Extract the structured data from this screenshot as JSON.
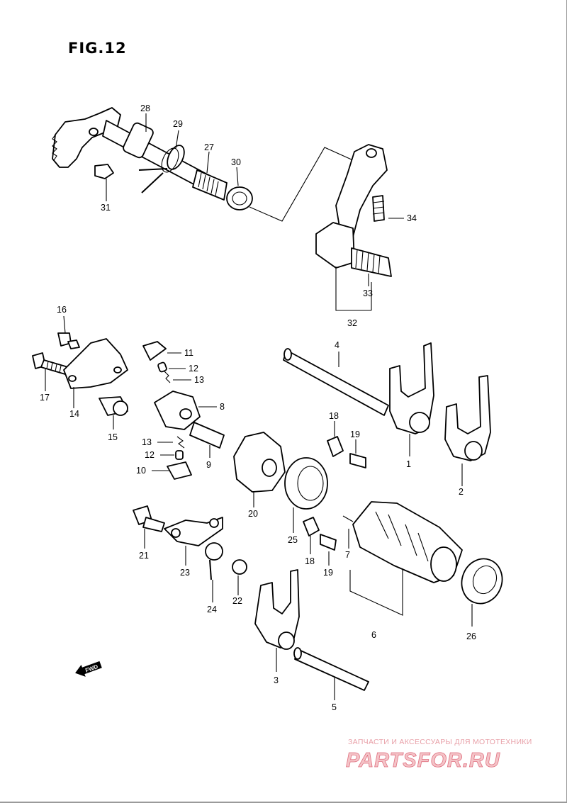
{
  "figure": {
    "title": "FIG.12"
  },
  "callouts": [
    {
      "id": "28",
      "label": "28"
    },
    {
      "id": "29",
      "label": "29"
    },
    {
      "id": "27",
      "label": "27"
    },
    {
      "id": "30",
      "label": "30"
    },
    {
      "id": "31",
      "label": "31"
    },
    {
      "id": "34",
      "label": "34"
    },
    {
      "id": "33",
      "label": "33"
    },
    {
      "id": "32",
      "label": "32"
    },
    {
      "id": "16",
      "label": "16"
    },
    {
      "id": "17",
      "label": "17"
    },
    {
      "id": "14",
      "label": "14"
    },
    {
      "id": "15",
      "label": "15"
    },
    {
      "id": "11",
      "label": "11"
    },
    {
      "id": "12a",
      "label": "12"
    },
    {
      "id": "13a",
      "label": "13"
    },
    {
      "id": "8",
      "label": "8"
    },
    {
      "id": "13b",
      "label": "13"
    },
    {
      "id": "12b",
      "label": "12"
    },
    {
      "id": "10",
      "label": "10"
    },
    {
      "id": "9",
      "label": "9"
    },
    {
      "id": "4",
      "label": "4"
    },
    {
      "id": "18a",
      "label": "18"
    },
    {
      "id": "19a",
      "label": "19"
    },
    {
      "id": "1",
      "label": "1"
    },
    {
      "id": "2",
      "label": "2"
    },
    {
      "id": "20",
      "label": "20"
    },
    {
      "id": "21",
      "label": "21"
    },
    {
      "id": "23",
      "label": "23"
    },
    {
      "id": "24",
      "label": "24"
    },
    {
      "id": "22",
      "label": "22"
    },
    {
      "id": "25",
      "label": "25"
    },
    {
      "id": "18b",
      "label": "18"
    },
    {
      "id": "19b",
      "label": "19"
    },
    {
      "id": "7",
      "label": "7"
    },
    {
      "id": "6",
      "label": "6"
    },
    {
      "id": "26",
      "label": "26"
    },
    {
      "id": "3",
      "label": "3"
    },
    {
      "id": "5",
      "label": "5"
    }
  ],
  "fwd_badge": {
    "text": "FWD"
  },
  "watermark": {
    "tagline": "ЗАПЧАСТИ И АКСЕССУАРЫ ДЛЯ МОТОТЕХНИКИ",
    "logo": "PARTSFOR.RU",
    "color": "#e03040"
  }
}
